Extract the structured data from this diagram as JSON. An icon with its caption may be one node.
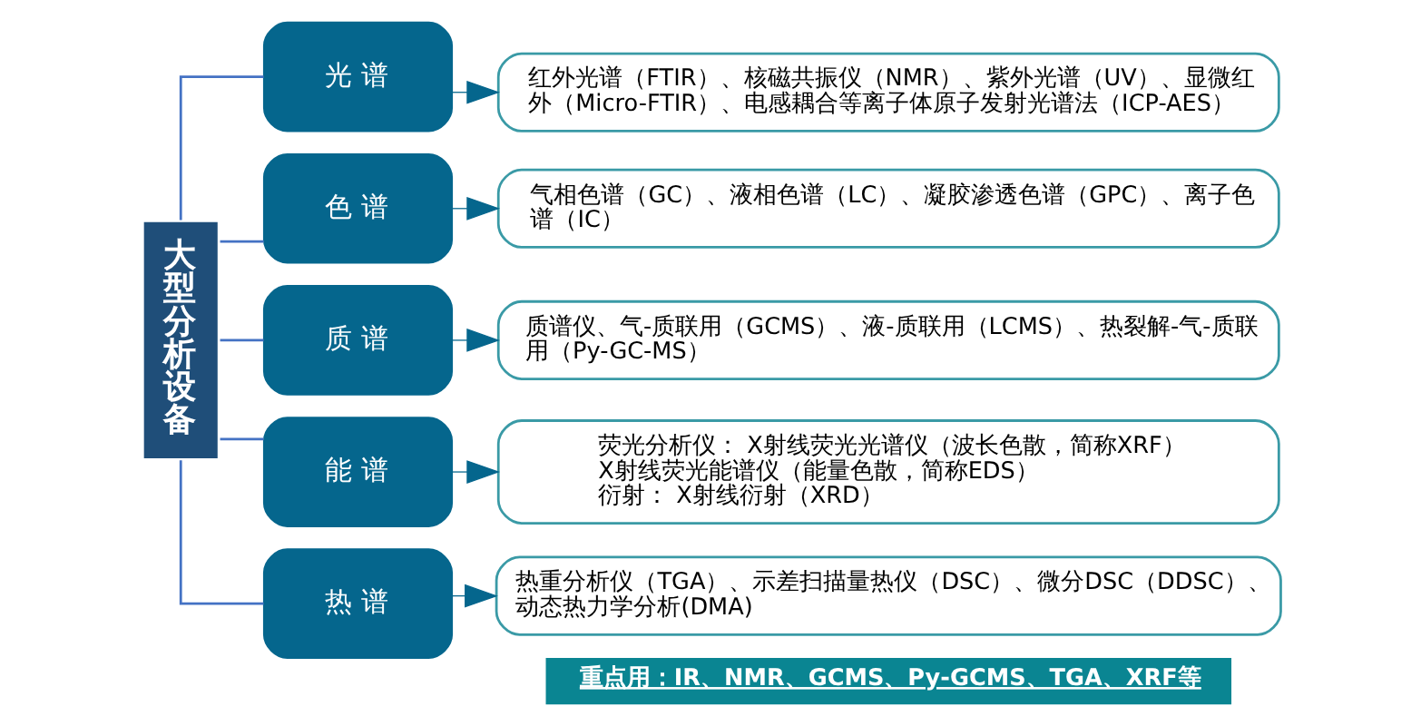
{
  "diagram": {
    "nodes": [
      {
        "text": [
          "大型分析设备"
        ]
      },
      {
        "text": [
          "光 谱"
        ]
      },
      {
        "text": [
          "色 谱"
        ]
      },
      {
        "text": [
          "质 谱"
        ]
      },
      {
        "text": [
          "能 谱"
        ]
      },
      {
        "text": [
          "热 谱"
        ]
      },
      {
        "text": [
          "红外光谱（FTIR）、核磁共振仪（NMR）、紫外光谱（UV）、显微红外（Micro-FTIR）、电感耦合等离子体原子发射光谱法（ICP-AES）"
        ]
      },
      {
        "text": [
          "气相色谱（GC）、液相色谱（LC）、凝胶渗透色谱（GPC）、离子色谱（IC）"
        ]
      },
      {
        "text": [
          "质谱仪、气-质联用（GCMS）、液-质联用（LCMS）、热裂解-气-质联用（Py-GC-MS）"
        ]
      },
      {
        "text": [
          "荧光分析仪： X射线荧光光谱仪（波长色散，简称XRF）",
          "X射线荧光能谱仪（能量色散，简称EDS）",
          "衍射： X射线衍射（XRD）"
        ]
      },
      {
        "text": [
          "热重分析仪（TGA）、示差扫描量热仪（DSC）、微分DSC（DDSC）、动态热力学分析(DMA)"
        ]
      },
      {
        "text": [
          "重点用：IR、NMR、GCMS、Py-GCMS、TGA、XRF等"
        ]
      }
    ],
    "edges": [
      {
        "from": 0,
        "to": 1,
        "arrow": "none",
        "color": "#4472c4"
      },
      {
        "from": 0,
        "to": 2,
        "arrow": "none",
        "color": "#4472c4"
      },
      {
        "from": 0,
        "to": 3,
        "arrow": "none",
        "color": "#4472c4"
      },
      {
        "from": 0,
        "to": 4,
        "arrow": "none",
        "color": "#4472c4"
      },
      {
        "from": 0,
        "to": 5,
        "arrow": "none",
        "color": "#4472c4"
      },
      {
        "from": 1,
        "to": 6,
        "arrow": "to"
      },
      {
        "from": 2,
        "to": 7,
        "arrow": "to"
      },
      {
        "from": 3,
        "to": 8,
        "arrow": "to"
      },
      {
        "from": 4,
        "to": 9,
        "arrow": "to"
      },
      {
        "from": 5,
        "to": 10,
        "arrow": "to"
      }
    ]
  }
}
